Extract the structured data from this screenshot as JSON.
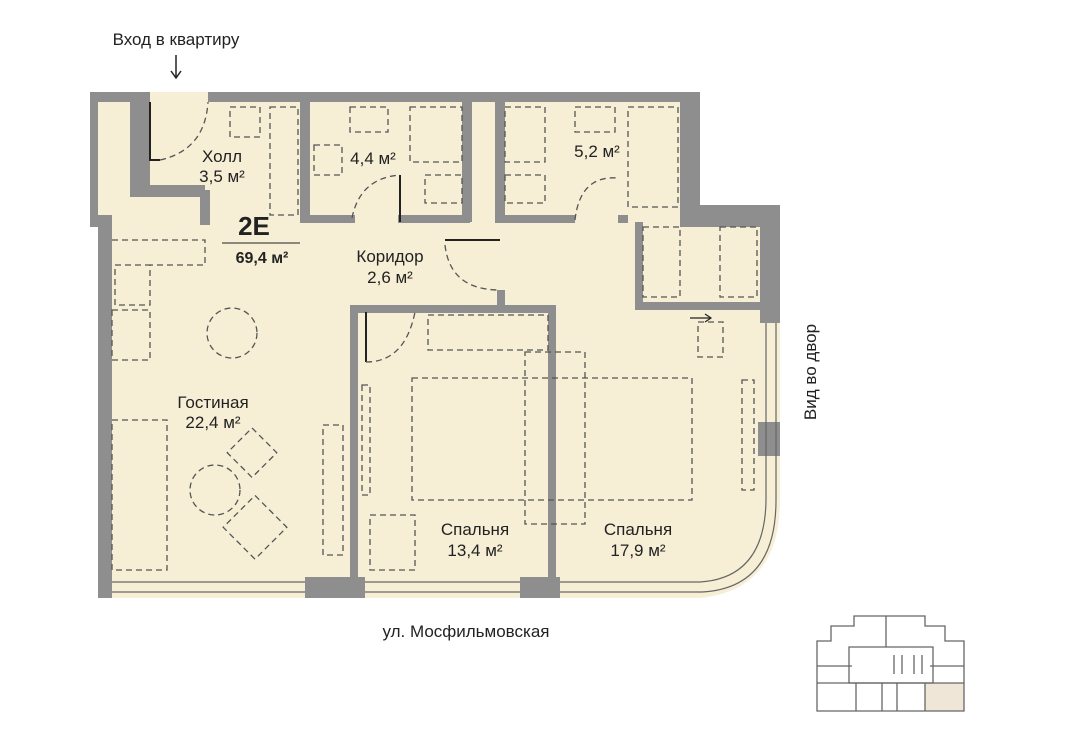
{
  "entrance_label": "Вход в квартиру",
  "apartment": {
    "code": "2E",
    "area": "69,4 м²"
  },
  "rooms": [
    {
      "name": "Холл",
      "area": "3,5 м²"
    },
    {
      "name": "",
      "area": "4,4 м²"
    },
    {
      "name": "",
      "area": "5,2 м²"
    },
    {
      "name": "Коридор",
      "area": "2,6 м²"
    },
    {
      "name": "Гостиная",
      "area": "22,4 м²"
    },
    {
      "name": "Спальня",
      "area": "13,4 м²"
    },
    {
      "name": "Спальня",
      "area": "17,9 м²"
    }
  ],
  "street_label": "ул. Мосфильмовская",
  "view_label": "Вид во двор",
  "colors": {
    "floor": "#f6efd5",
    "wall": "#8e8e8e",
    "highlight": "#efe6d8"
  }
}
